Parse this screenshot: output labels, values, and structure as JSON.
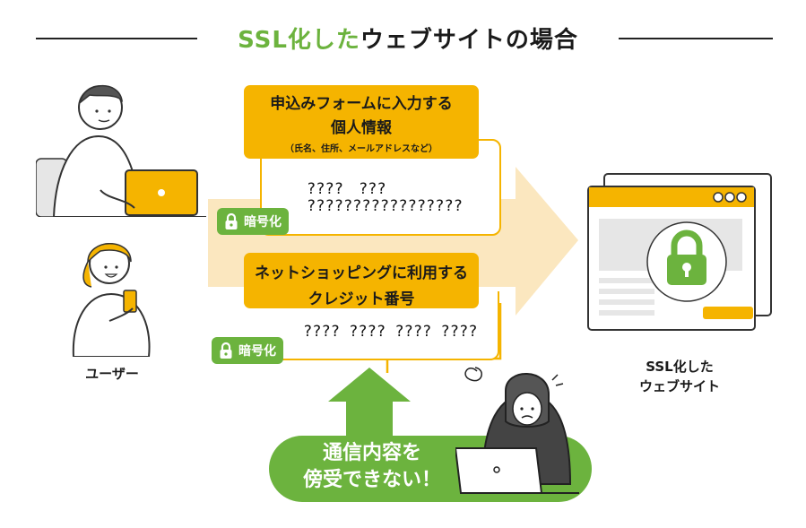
{
  "title": {
    "accent": "SSL化した",
    "rest": "ウェブサイトの場合"
  },
  "box1": {
    "heading_line1": "申込みフォームに入力する",
    "heading_line2": "個人情報",
    "heading_sub": "（氏名、住所、メールアドレスなど）",
    "cipher_line1": "????　???",
    "cipher_line2": "?????????????????",
    "badge": "暗号化"
  },
  "box2": {
    "heading_line1": "ネットショッピングに利用する",
    "heading_line2": "クレジット番号",
    "cipher_line1": "???? ???? ???? ????",
    "badge": "暗号化"
  },
  "user_label": "ユーザー",
  "site_label": {
    "line1": "SSL化した",
    "line2": "ウェブサイト"
  },
  "callout": {
    "line1": "通信内容を",
    "line2": "傍受できない！"
  },
  "colors": {
    "accent_green": "#6cb33e",
    "accent_yellow": "#f5b400",
    "arrow_beige": "#fbe7bf"
  }
}
